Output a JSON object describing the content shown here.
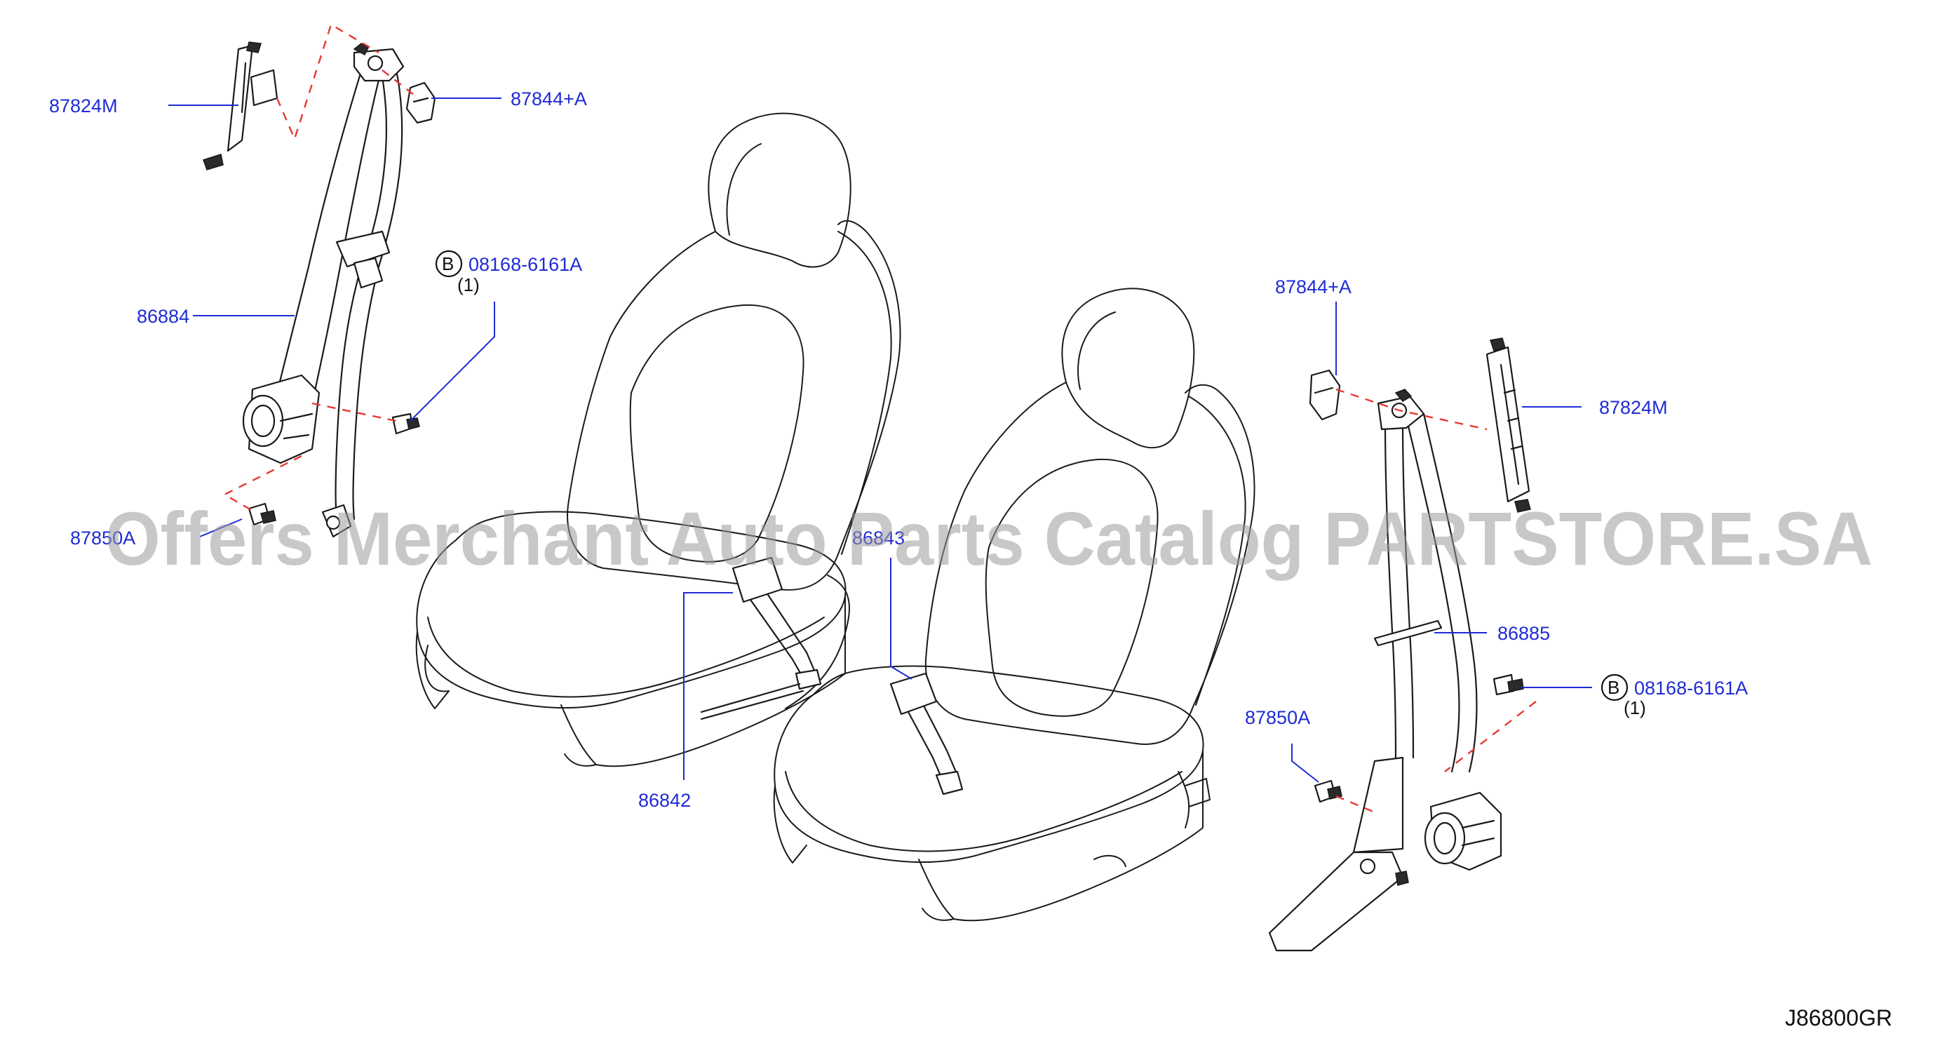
{
  "labels": {
    "l_87824m_left": "87824M",
    "l_87844a_left": "87844+A",
    "l_86884": "86884",
    "l_b_left": "B",
    "l_bolt_left": "08168-6161A",
    "l_qty_left": "(1)",
    "l_87850a_left": "87850A",
    "l_86842": "86842",
    "l_86843": "86843",
    "l_87844a_right": "87844+A",
    "l_87824m_right": "87824M",
    "l_86885": "86885",
    "l_b_right": "B",
    "l_bolt_right": "08168-6161A",
    "l_qty_right": "(1)",
    "l_87850a_right": "87850A"
  },
  "diagram_code": "J86800GR",
  "watermark": "Offers Merchant Auto Parts Catalog PARTSTORE.SA",
  "colors": {
    "label": "#1f2bd6",
    "dashed_line": "#e53935",
    "linework": "#1a1a1a",
    "watermark": "#9a9a9a"
  }
}
